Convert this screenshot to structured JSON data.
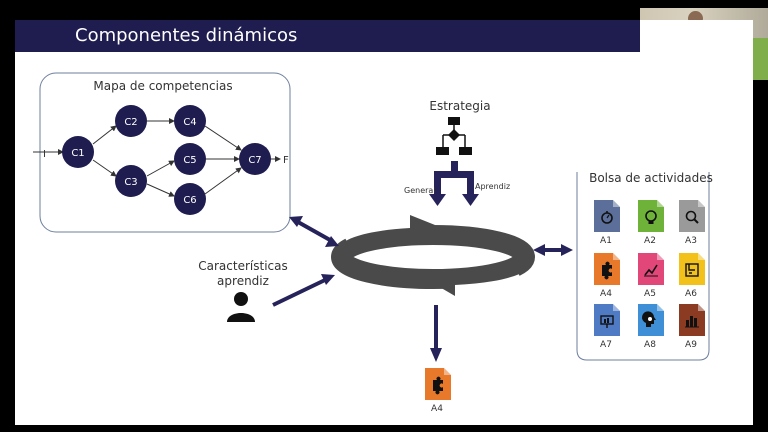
{
  "slide": {
    "title": "Componentes dinámicos"
  },
  "competency_map": {
    "title": "Mapa de competencias",
    "input_label": "I",
    "output_label": "F",
    "nodes": [
      "C1",
      "C2",
      "C3",
      "C4",
      "C5",
      "C6",
      "C7"
    ]
  },
  "strategy": {
    "title": "Estrategia",
    "left_label": "General",
    "right_label": "Aprendiz"
  },
  "learner": {
    "label": "Características aprendiz"
  },
  "activities": {
    "title": "Bolsa de actividades",
    "items": [
      {
        "label": "A1",
        "color": "#5b6f9a",
        "icon": "stopwatch-icon"
      },
      {
        "label": "A2",
        "color": "#6fb23a",
        "icon": "lightbulb-icon"
      },
      {
        "label": "A3",
        "color": "#9a9a9a",
        "icon": "magnifier-icon"
      },
      {
        "label": "A4",
        "color": "#e8792b",
        "icon": "puzzle-icon"
      },
      {
        "label": "A5",
        "color": "#e2477a",
        "icon": "line-chart-icon"
      },
      {
        "label": "A6",
        "color": "#f2c21a",
        "icon": "maze-icon"
      },
      {
        "label": "A7",
        "color": "#4f7bc4",
        "icon": "presentation-icon"
      },
      {
        "label": "A8",
        "color": "#3e8fd6",
        "icon": "brain-head-icon"
      },
      {
        "label": "A9",
        "color": "#8a3b22",
        "icon": "bar-chart-icon"
      }
    ]
  },
  "selected_activity": {
    "label": "A4",
    "color": "#e8792b",
    "icon": "puzzle-icon"
  },
  "colors": {
    "navy": "#1f1d4f",
    "arrow": "#25235a",
    "cycle": "#4a4a4a"
  }
}
